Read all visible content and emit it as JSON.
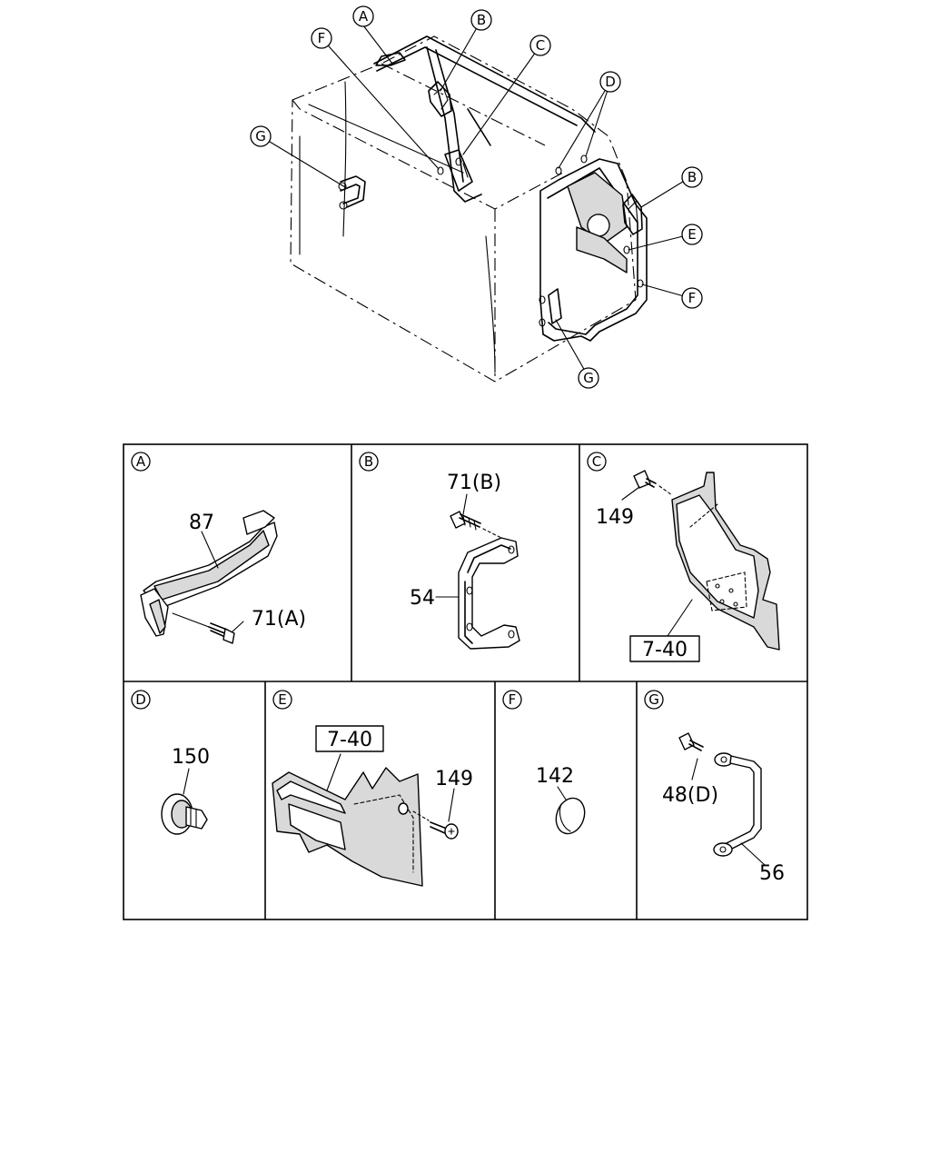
{
  "callouts": {
    "A": "A",
    "B": "B",
    "C": "C",
    "D": "D",
    "E": "E",
    "F": "F",
    "G": "G"
  },
  "panels": {
    "A": {
      "letter": "A",
      "parts": [
        "87",
        "71(A)"
      ]
    },
    "B": {
      "letter": "B",
      "parts": [
        "71(B)",
        "54"
      ]
    },
    "C": {
      "letter": "C",
      "parts": [
        "149",
        "7-40"
      ]
    },
    "D": {
      "letter": "D",
      "parts": [
        "150"
      ]
    },
    "E": {
      "letter": "E",
      "parts": [
        "7-40",
        "149"
      ]
    },
    "F": {
      "letter": "F",
      "parts": [
        "142"
      ]
    },
    "G": {
      "letter": "G",
      "parts": [
        "48(D)",
        "56"
      ]
    }
  }
}
